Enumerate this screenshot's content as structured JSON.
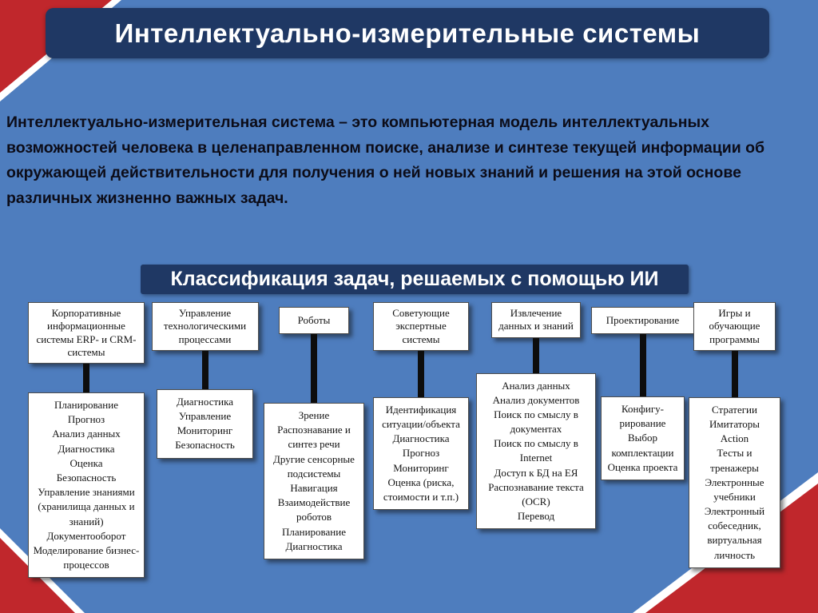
{
  "slide": {
    "title": "Интеллектуально-измерительные системы",
    "intro": "Интеллектуально-измерительная система – это компьютерная модель интеллектуальных возможностей человека в целенаправленном поиске, анализе и синтезе текущей информации об окружающей действительности для получения о ней новых знаний и решения на этой основе различных жизненно важных задач.",
    "section_title": "Классификация задач, решаемых с помощью ИИ"
  },
  "colors": {
    "background": "#4e7dbe",
    "title_bar": "#1f3864",
    "corner_red": "#c0272c",
    "text_dark": "#0c0c18",
    "box_bg": "#ffffff",
    "box_border": "#4d4d4d",
    "connector": "#0d0d0d"
  },
  "diagram": {
    "columns": [
      {
        "top": "Корпоративные информационные системы ERP- и CRM-системы",
        "items": [
          "Планирование",
          "Прогноз",
          "Анализ данных",
          "Диагностика",
          "Оценка",
          "Безопасность",
          "Управление знаниями (хранилища данных и знаний)",
          "Документооборот",
          "Моделирование бизнес-процессов"
        ]
      },
      {
        "top": "Управление технологическими процессами",
        "items": [
          "Диагностика",
          "Управление",
          "Мониторинг",
          "Безопасность"
        ]
      },
      {
        "top": "Роботы",
        "items": [
          "Зрение",
          "Распознавание и синтез речи",
          "Другие сенсорные подсистемы",
          "Навигация",
          "Взаимодействие роботов",
          "Планирование",
          "Диагностика"
        ]
      },
      {
        "top": "Советующие экспертные системы",
        "items": [
          "Идентификация ситуации/объекта",
          "Диагностика",
          "Прогноз",
          "Мониторинг",
          "Оценка (риска, стоимости и т.п.)"
        ]
      },
      {
        "top": "Извлечение данных и знаний",
        "items": [
          "Анализ данных",
          "Анализ документов",
          "Поиск по смыслу в документах",
          "Поиск по смыслу в Internet",
          "Доступ к БД на ЕЯ",
          "Распознавание текста (OCR)",
          "Перевод"
        ]
      },
      {
        "top": "Проектирование",
        "items": [
          "Конфигу-рирование",
          "Выбор комплектации",
          "Оценка проекта"
        ]
      },
      {
        "top": "Игры и обучающие программы",
        "items": [
          "Стратегии",
          "Имитаторы",
          "Action",
          "Тесты и тренажеры",
          "Электронные учебники",
          "Электронный собеседник, виртуальная личность"
        ]
      }
    ]
  }
}
